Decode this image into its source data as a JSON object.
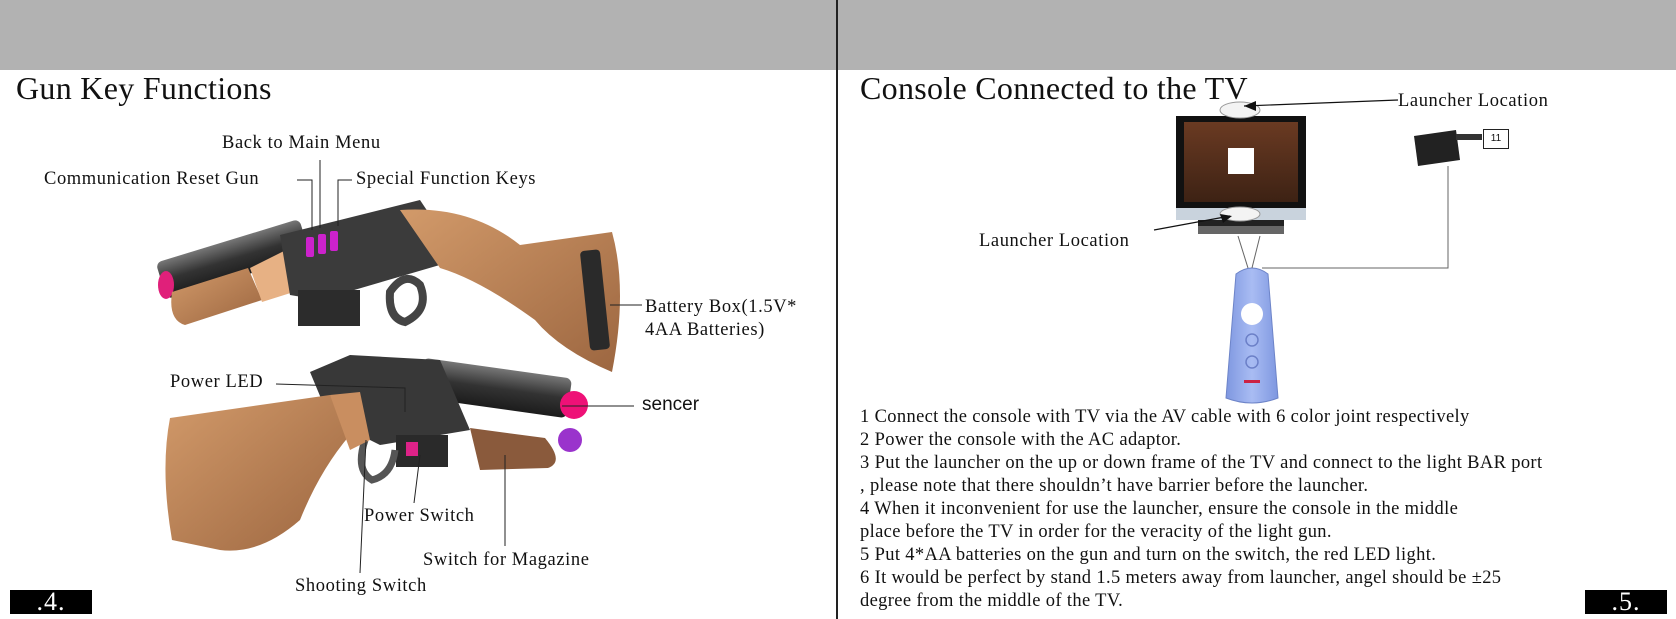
{
  "left_page": {
    "title": "Gun Key Functions",
    "labels": {
      "back_to_main_menu": "Back to Main Menu",
      "communication_reset_gun": "Communication Reset Gun",
      "special_function_keys": "Special Function Keys",
      "battery_box_line1": "Battery Box(1.5V*",
      "battery_box_line2": "4AA Batteries)",
      "power_led": "Power LED",
      "sencer": "sencer",
      "power_switch": "Power  Switch",
      "switch_for_magazine": "Switch for Magazine",
      "shooting_switch": "Shooting Switch"
    },
    "page_number": ".4."
  },
  "right_page": {
    "title": "Console Connected to the TV",
    "labels": {
      "launcher_location_top": "Launcher Location",
      "launcher_location_left": "Launcher Location",
      "adapter_tag": "11"
    },
    "steps": [
      "1 Connect the console with  TV via the  AV cable with 6 color joint respectively",
      "2 Power the console with the AC adaptor.",
      "3 Put the launcher on the up or down frame of the TV and connect to the light BAR port",
      ", please note that there shouldn’t  have barrier before the launcher.",
      "4 When it inconvenient for use the launcher, ensure the console in the middle",
      "place before the  TV in order for the veracity of the light gun.",
      "5 Put 4*AA batteries on the gun and turn on the switch, the red LED light.",
      "6 It would be perfect by stand 1.5 meters away from launcher, angel should be ±25",
      "degree from the middle of the TV."
    ],
    "page_number": ".5."
  },
  "colors": {
    "header_band": "#b2b2b2",
    "gun_body": "#3a3a3a",
    "gun_stock": "#b97e52",
    "key_magenta": "#cc22cc",
    "sensor_pink": "#ee1177",
    "console_blue": "#8fa6e8"
  }
}
